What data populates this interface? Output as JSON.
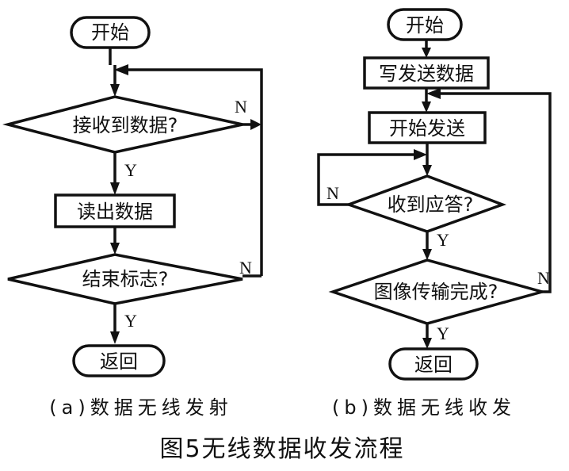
{
  "diagram_a": {
    "start": "开始",
    "decision_receive": "接收到数据?",
    "process_read": "读出数据",
    "decision_end": "结束标志?",
    "end": "返回",
    "label_y1": "Y",
    "label_n1": "N",
    "label_y2": "Y",
    "label_n2": "N",
    "caption": "(a)数据无线发射"
  },
  "diagram_b": {
    "start": "开始",
    "process_write": "写发送数据",
    "process_send": "开始发送",
    "decision_ack": "收到应答?",
    "decision_done": "图像传输完成?",
    "end": "返回",
    "label_n1": "N",
    "label_y1": "Y",
    "label_n2": "N",
    "label_y2": "Y",
    "caption": "(b)数据无线收发"
  },
  "figure_title": "图5无线数据收发流程",
  "colors": {
    "stroke": "#111111",
    "background": "#ffffff"
  }
}
